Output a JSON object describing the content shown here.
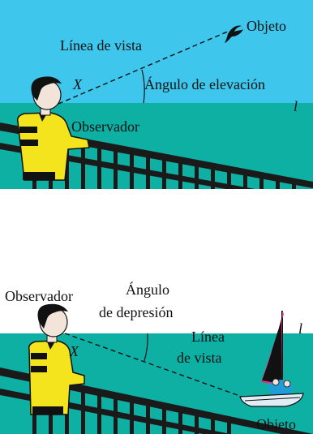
{
  "colors": {
    "sky": "#3ec6ec",
    "sea": "#0fb0a4",
    "railing": "#1a1a1a",
    "jacket": "#f3e41e",
    "sail_pink": "#ee2a86"
  },
  "top_panel": {
    "object_label": "Objeto",
    "line_of_sight_label": "Línea de vista",
    "point_label": "X",
    "angle_label": "Ángulo de elevación",
    "horizontal_label": "l",
    "observer_label": "Observador",
    "object_icon": "bird-icon"
  },
  "bottom_panel": {
    "observer_label": "Observador",
    "angle_label_line1": "Ángulo",
    "angle_label_line2": "de depresión",
    "point_label": "X",
    "line_of_sight_line1": "Línea",
    "line_of_sight_line2": "de vista",
    "horizontal_label": "l",
    "object_label": "Objeto",
    "object_icon": "sailboat-icon"
  }
}
